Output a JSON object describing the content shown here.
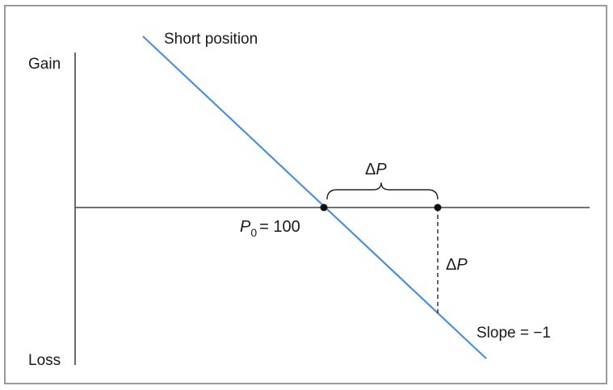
{
  "diagram": {
    "line_label": "Short position",
    "y_axis_top_label": "Gain",
    "y_axis_bottom_label": "Loss",
    "delta_symbol": "Δ",
    "delta_var": "P",
    "p0_var": "P",
    "p0_subscript": "0",
    "p0_value": "= 100",
    "slope_label": "Slope = −1",
    "colors": {
      "payoff_line": "#4a90d9",
      "axes": "#444444",
      "frame": "#9a9a9a"
    }
  }
}
